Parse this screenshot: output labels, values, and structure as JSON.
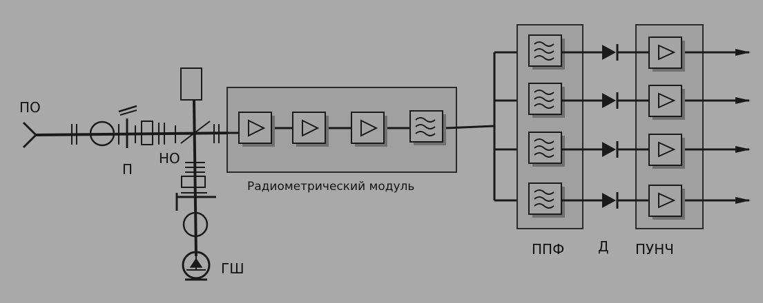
{
  "labels": {
    "antenna": "ПО",
    "switch": "П",
    "coupler": "НО",
    "noise_generator": "ГШ",
    "radiometric_module": "Радиометрический модуль",
    "bandpass_filters": "ППФ",
    "detectors": "Д",
    "lf_amplifiers": "ПУНЧ"
  },
  "colors": {
    "background": "#a9a9a9",
    "box_fill": "#9e9e9e",
    "ink": "#1a1a1a"
  }
}
